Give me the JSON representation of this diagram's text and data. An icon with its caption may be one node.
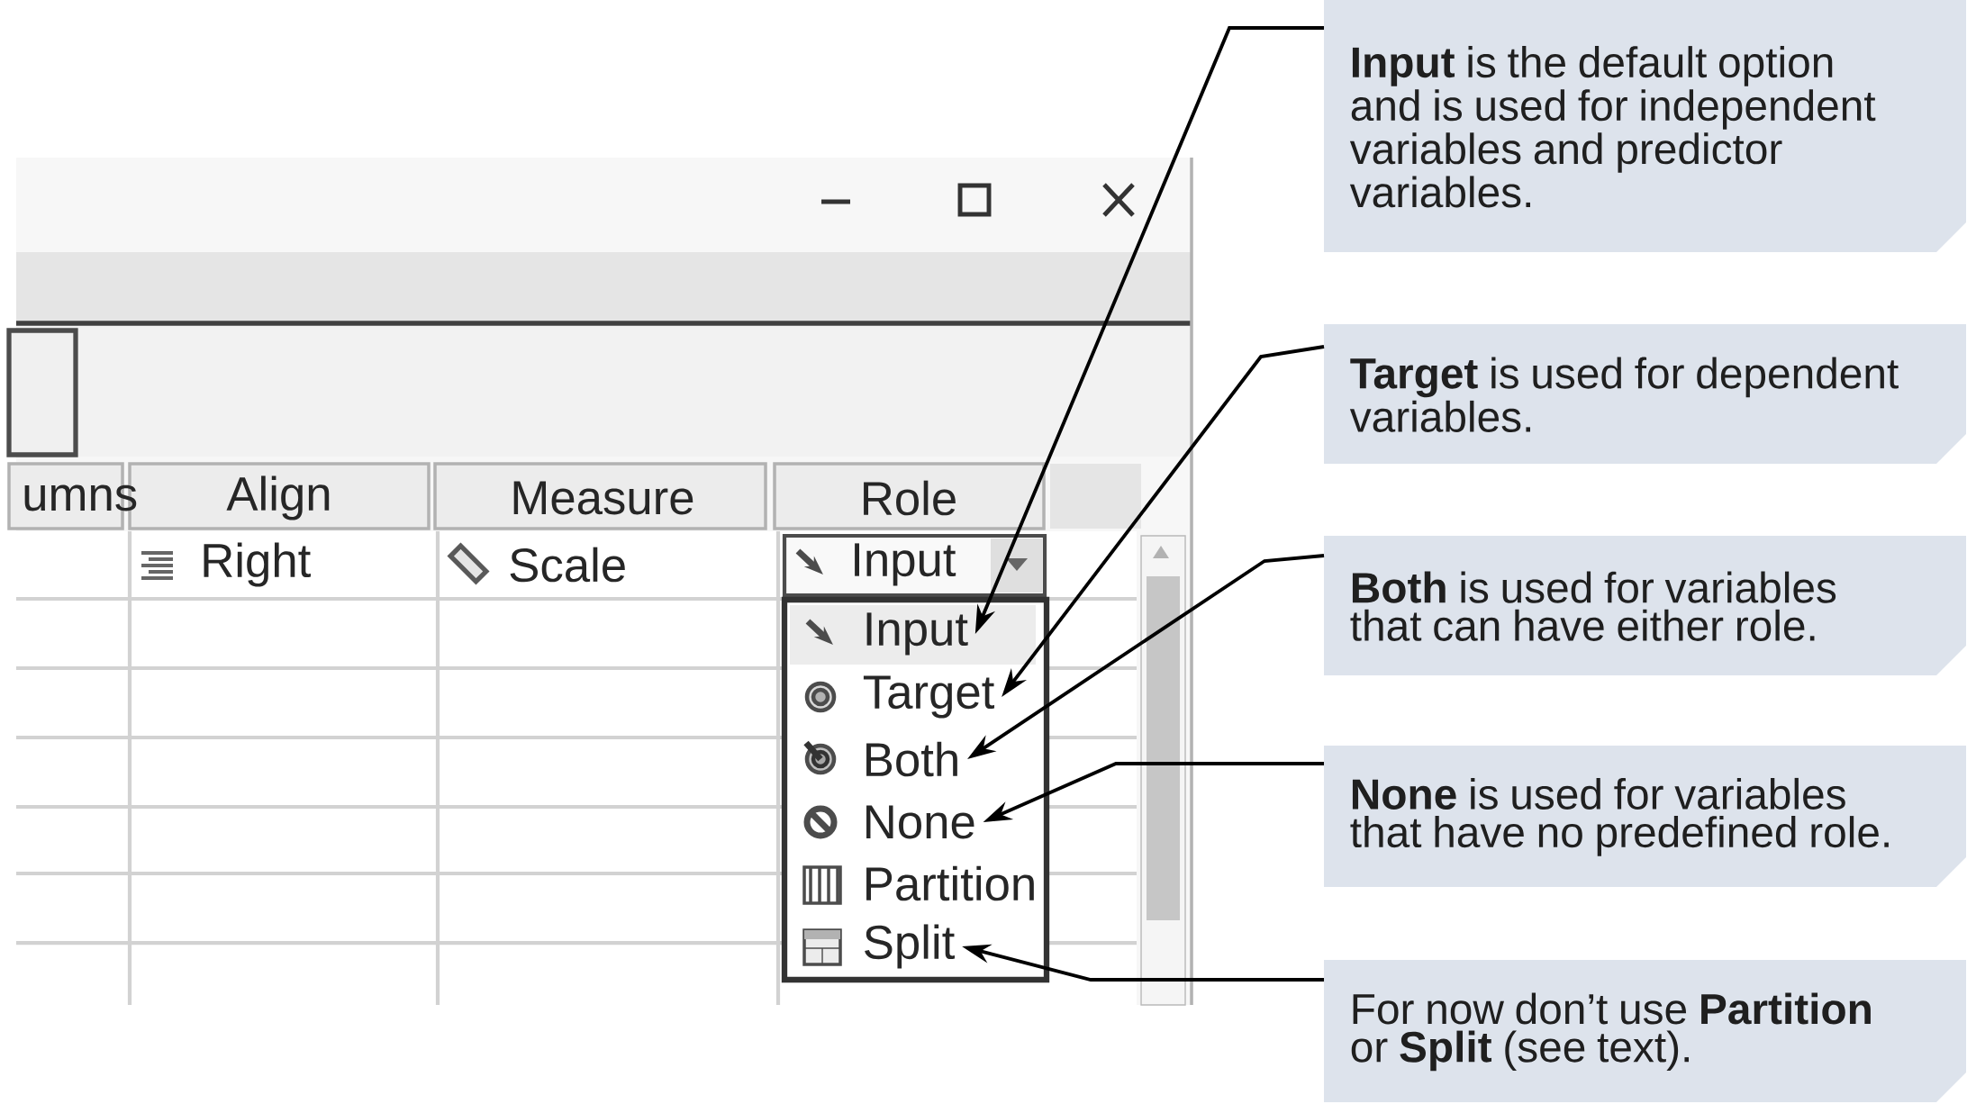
{
  "diagram": {
    "nodes": [
      {
        "text": [
          "**Input** is the default option and is used for independent variables and predictor variables."
        ]
      },
      {
        "text": [
          "**Target** is used for dependent variables."
        ]
      },
      {
        "text": [
          "**Both** is used for variables that can have either role."
        ]
      },
      {
        "text": [
          "**None** is used for variables that have no predefined role."
        ]
      },
      {
        "text": [
          "For now don’t use **Partition** or **Split** (see text)."
        ]
      },
      {
        "text": [
          "Input"
        ]
      },
      {
        "text": [
          "Target"
        ]
      },
      {
        "text": [
          "Both"
        ]
      },
      {
        "text": [
          "None"
        ]
      },
      {
        "text": [
          "Partition"
        ]
      },
      {
        "text": [
          "Split"
        ]
      }
    ],
    "edges": [
      {
        "from": 0,
        "to": 5,
        "arrow": "to"
      },
      {
        "from": 1,
        "to": 6,
        "arrow": "to"
      },
      {
        "from": 2,
        "to": 7,
        "arrow": "to"
      },
      {
        "from": 3,
        "to": 8,
        "arrow": "to"
      },
      {
        "from": 4,
        "to": 10,
        "arrow": "to"
      }
    ],
    "labels": [
      "umns",
      "Align",
      "Measure",
      "Role",
      "Right",
      "Scale",
      "Input"
    ]
  }
}
